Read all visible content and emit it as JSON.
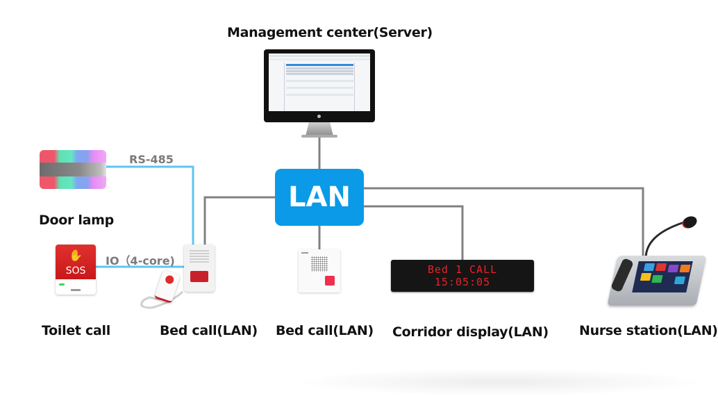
{
  "diagram": {
    "title": "Nurse call system topology",
    "hub": {
      "label": "LAN",
      "color": "#0a9ae8"
    },
    "nodes": [
      {
        "id": "server",
        "label": "Management center(Server)",
        "device": "monitor"
      },
      {
        "id": "door_lamp",
        "label": "Door lamp",
        "device": "door-lamp"
      },
      {
        "id": "toilet_call",
        "label": "Toilet call",
        "device": "sos-button",
        "device_text": "SOS"
      },
      {
        "id": "bed_call_1",
        "label": "Bed call(LAN)",
        "device": "bed-call-terminal-with-handset"
      },
      {
        "id": "bed_call_2",
        "label": "Bed call(LAN)",
        "device": "bed-call-terminal"
      },
      {
        "id": "corridor_display",
        "label": "Corridor display(LAN)",
        "device": "led-display",
        "display_lines": [
          "Bed 1 CALL",
          "15:05:05"
        ]
      },
      {
        "id": "nurse_station",
        "label": "Nurse station(LAN)",
        "device": "nurse-station-console"
      }
    ],
    "edges": [
      {
        "from": "server",
        "to": "LAN",
        "type": "lan"
      },
      {
        "from": "bed_call_1",
        "to": "LAN",
        "type": "lan"
      },
      {
        "from": "bed_call_2",
        "to": "LAN",
        "type": "lan"
      },
      {
        "from": "corridor_display",
        "to": "LAN",
        "type": "lan"
      },
      {
        "from": "nurse_station",
        "to": "LAN",
        "type": "lan"
      },
      {
        "from": "door_lamp",
        "to": "bed_call_1",
        "type": "serial",
        "label": "RS-485"
      },
      {
        "from": "toilet_call",
        "to": "bed_call_1",
        "type": "io",
        "label": "IO（4-core)"
      }
    ],
    "colors": {
      "lan_line": "#808080",
      "serial_line": "#5ec4f5"
    }
  }
}
